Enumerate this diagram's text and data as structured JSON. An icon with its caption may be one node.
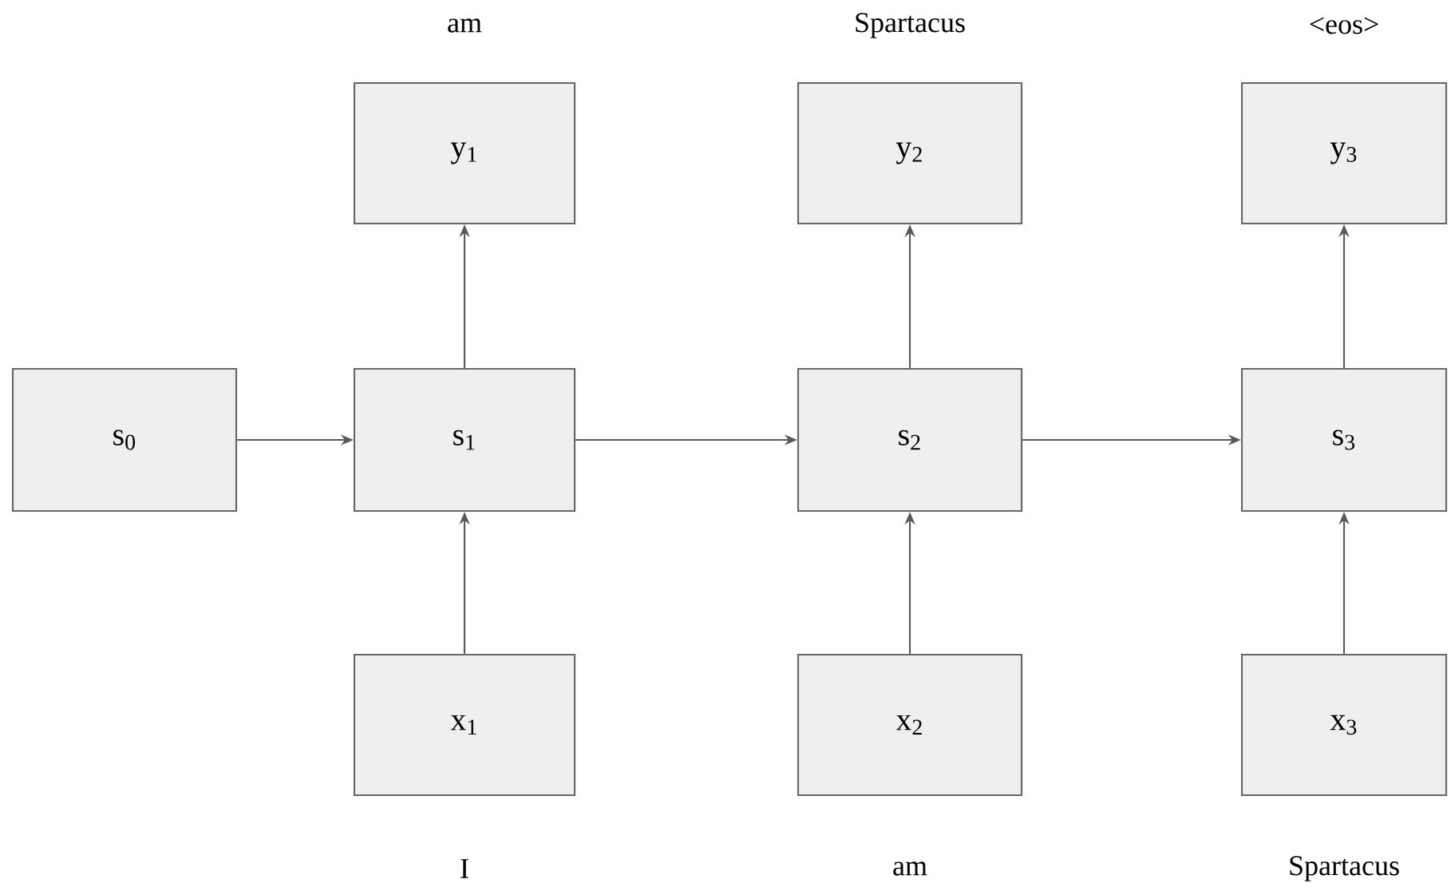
{
  "diagram": {
    "nodes": [
      {
        "text": [
          "y$_{1}$"
        ],
        "beside": [
          "am"
        ]
      },
      {
        "text": [
          "y$_{2}$"
        ],
        "beside": [
          "Spartacus"
        ]
      },
      {
        "text": [
          "y$_{3}$"
        ],
        "beside": [
          "<eos>"
        ]
      },
      {
        "text": [
          "s$_{0}$"
        ]
      },
      {
        "text": [
          "s$_{1}$"
        ]
      },
      {
        "text": [
          "s$_{2}$"
        ]
      },
      {
        "text": [
          "s$_{3}$"
        ]
      },
      {
        "text": [
          "x$_{1}$"
        ],
        "beside": [
          "I"
        ]
      },
      {
        "text": [
          "x$_{2}$"
        ],
        "beside": [
          "am"
        ]
      },
      {
        "text": [
          "x$_{3}$"
        ],
        "beside": [
          "Spartacus"
        ]
      }
    ],
    "edges": [
      {
        "from": 3,
        "to": 4,
        "arrow": "to"
      },
      {
        "from": 4,
        "to": 5,
        "arrow": "to"
      },
      {
        "from": 5,
        "to": 6,
        "arrow": "to"
      },
      {
        "from": 4,
        "to": 0,
        "arrow": "to"
      },
      {
        "from": 5,
        "to": 1,
        "arrow": "to"
      },
      {
        "from": 6,
        "to": 2,
        "arrow": "to"
      },
      {
        "from": 7,
        "to": 4,
        "arrow": "to"
      },
      {
        "from": 8,
        "to": 5,
        "arrow": "to"
      },
      {
        "from": 9,
        "to": 6,
        "arrow": "to"
      }
    ]
  }
}
